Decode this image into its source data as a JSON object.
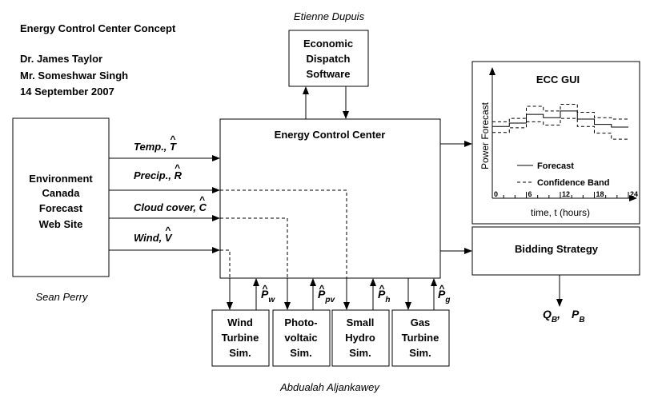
{
  "header": {
    "title": "Energy Control Center Concept",
    "authors": [
      "Dr. James Taylor",
      "Mr. Someshwar Singh",
      "14 September 2007"
    ]
  },
  "credits": {
    "top": "Etienne Dupuis",
    "left": "Sean Perry",
    "bottom": "Abdualah Aljankawey"
  },
  "boxes": {
    "eds": [
      "Economic",
      "Dispatch",
      "Software"
    ],
    "env": [
      "Environment",
      "Canada",
      "Forecast",
      "Web Site"
    ],
    "ecc": "Energy Control Center",
    "bidding": "Bidding Strategy",
    "sims": [
      [
        "Wind",
        "Turbine",
        "Sim."
      ],
      [
        "Photo-",
        "voltaic",
        "Sim."
      ],
      [
        "Small",
        "Hydro",
        "Sim."
      ],
      [
        "Gas",
        "Turbine",
        "Sim."
      ]
    ]
  },
  "inputs": [
    {
      "text": "Temp., ",
      "sym": "T"
    },
    {
      "text": "Precip., ",
      "sym": "R"
    },
    {
      "text": "Cloud cover, ",
      "sym": "C"
    },
    {
      "text": "Wind, ",
      "sym": "V"
    }
  ],
  "powers": [
    {
      "sym": "P",
      "sub": "w"
    },
    {
      "sym": "P",
      "sub": "pv"
    },
    {
      "sym": "P",
      "sub": "h"
    },
    {
      "sym": "P",
      "sub": "g"
    }
  ],
  "hat": "^",
  "outputs": {
    "q": "Q",
    "q_sub": "B",
    "p": "P",
    "p_sub": "B",
    "sep": ","
  },
  "gui": {
    "title": "ECC GUI",
    "ylabel": "Power Forecast",
    "xlabel": "time, t (hours)",
    "legend": [
      "Forecast",
      "Confidence Band"
    ]
  },
  "chart_data": {
    "type": "line",
    "title": "ECC GUI",
    "xlabel": "time, t (hours)",
    "ylabel": "Power Forecast",
    "xticks": [
      0,
      6,
      12,
      18,
      24
    ],
    "xlim": [
      0,
      24
    ],
    "legend_position": "bottom-left",
    "series": [
      {
        "name": "Forecast",
        "style": "solid-step",
        "x": [
          0,
          3,
          6,
          9,
          12,
          15,
          18,
          21,
          24
        ],
        "y": [
          0.45,
          0.5,
          0.63,
          0.58,
          0.68,
          0.56,
          0.48,
          0.44,
          0.44
        ]
      },
      {
        "name": "Confidence Band",
        "style": "dashed-step",
        "x": [
          0,
          3,
          6,
          9,
          12,
          15,
          18,
          21,
          24
        ],
        "y": [
          0.52,
          0.57,
          0.75,
          0.68,
          0.78,
          0.66,
          0.58,
          0.56,
          0.56
        ]
      },
      {
        "name": "Confidence Band",
        "style": "dashed-step",
        "x": [
          0,
          3,
          6,
          9,
          12,
          15,
          18,
          21,
          24
        ],
        "y": [
          0.36,
          0.43,
          0.52,
          0.47,
          0.57,
          0.45,
          0.35,
          0.26,
          0.26
        ]
      }
    ]
  }
}
